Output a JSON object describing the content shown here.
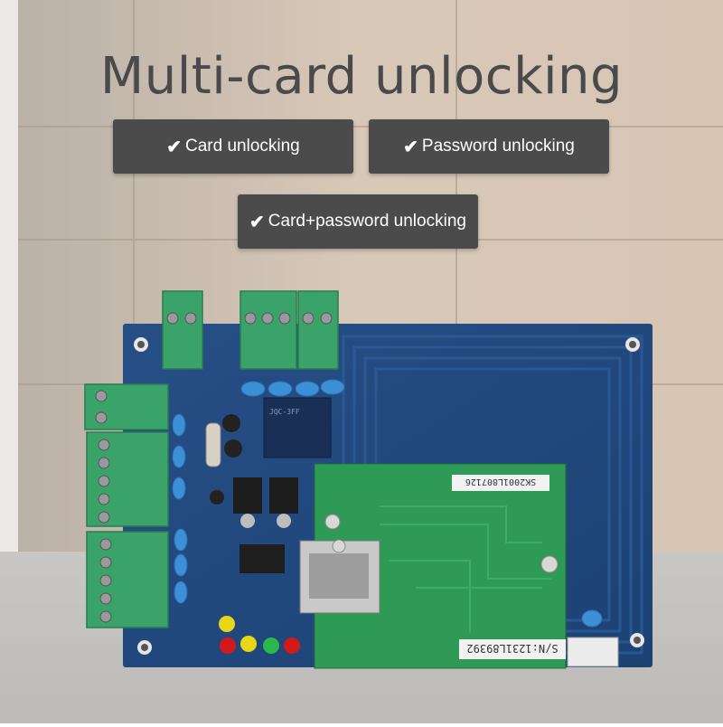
{
  "title": "Multi-card unlocking",
  "features": [
    {
      "check": "✔",
      "label": "Card unlocking"
    },
    {
      "check": "✔",
      "label": "Password unlocking"
    },
    {
      "check": "✔",
      "label": "Card+password unlocking"
    }
  ],
  "board": {
    "sticker_top": "SK2001L807126",
    "sticker_bottom": "S/N:1231L89392",
    "relay_text": "JQC-3FF"
  }
}
